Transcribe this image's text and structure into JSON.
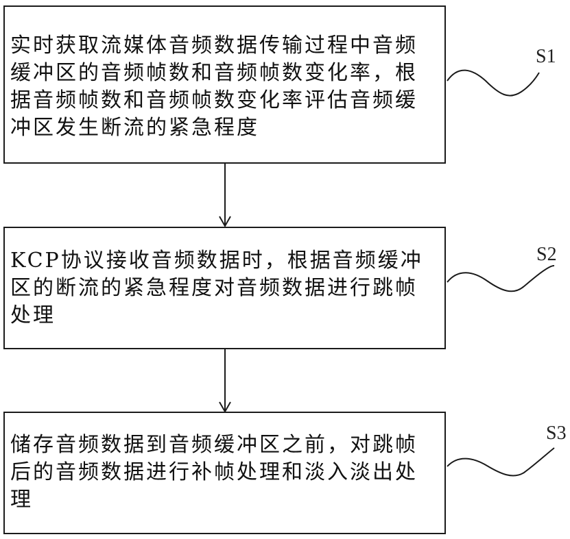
{
  "diagram": {
    "type": "flowchart",
    "steps": [
      {
        "id": "S1",
        "label": "S1",
        "text": "实时获取流媒体音频数据传输过程中音频缓冲区的音频帧数和音频帧数变化率，根据音频帧数和音频帧数变化率评估音频缓冲区发生断流的紧急程度"
      },
      {
        "id": "S2",
        "label": "S2",
        "text": "KCP协议接收音频数据时，根据音频缓冲区的断流的紧急程度对音频数据进行跳帧处理"
      },
      {
        "id": "S3",
        "label": "S3",
        "text": "储存音频数据到音频缓冲区之前，对跳帧后的音频数据进行补帧处理和淡入淡出处理"
      }
    ],
    "edges": [
      {
        "from": "S1",
        "to": "S2"
      },
      {
        "from": "S2",
        "to": "S3"
      }
    ],
    "colors": {
      "stroke": "#1a1a1a",
      "text": "#111111",
      "background": "#ffffff"
    }
  }
}
